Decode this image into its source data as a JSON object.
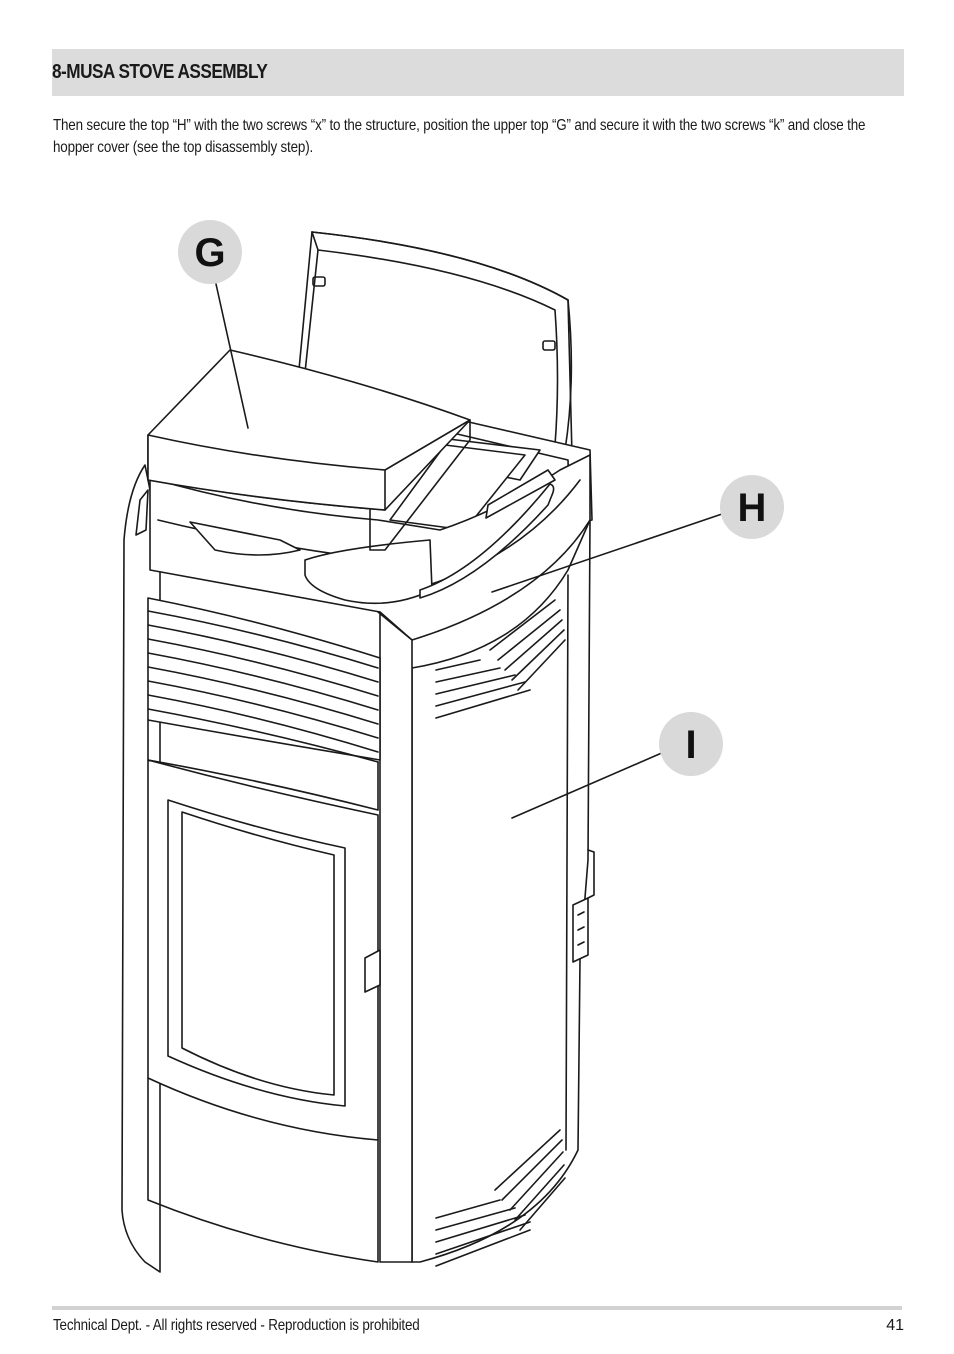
{
  "section": {
    "title": "8-MUSA STOVE ASSEMBLY"
  },
  "intro": "Then secure the top “H” with the two screws “x” to the structure, position the upper top “G” and secure it with the two screws “k” and close the hopper cover (see the top disassembly step).",
  "callouts": {
    "g": "G",
    "h": "H",
    "i": "I"
  },
  "footer": {
    "notice": "Technical Dept. - All rights reserved - Reproduction is prohibited",
    "page_number": "41"
  },
  "colors": {
    "header_band": "#dcdcdc",
    "callout_circle": "#d9d9d9",
    "footer_rule": "#d2d2d2"
  }
}
